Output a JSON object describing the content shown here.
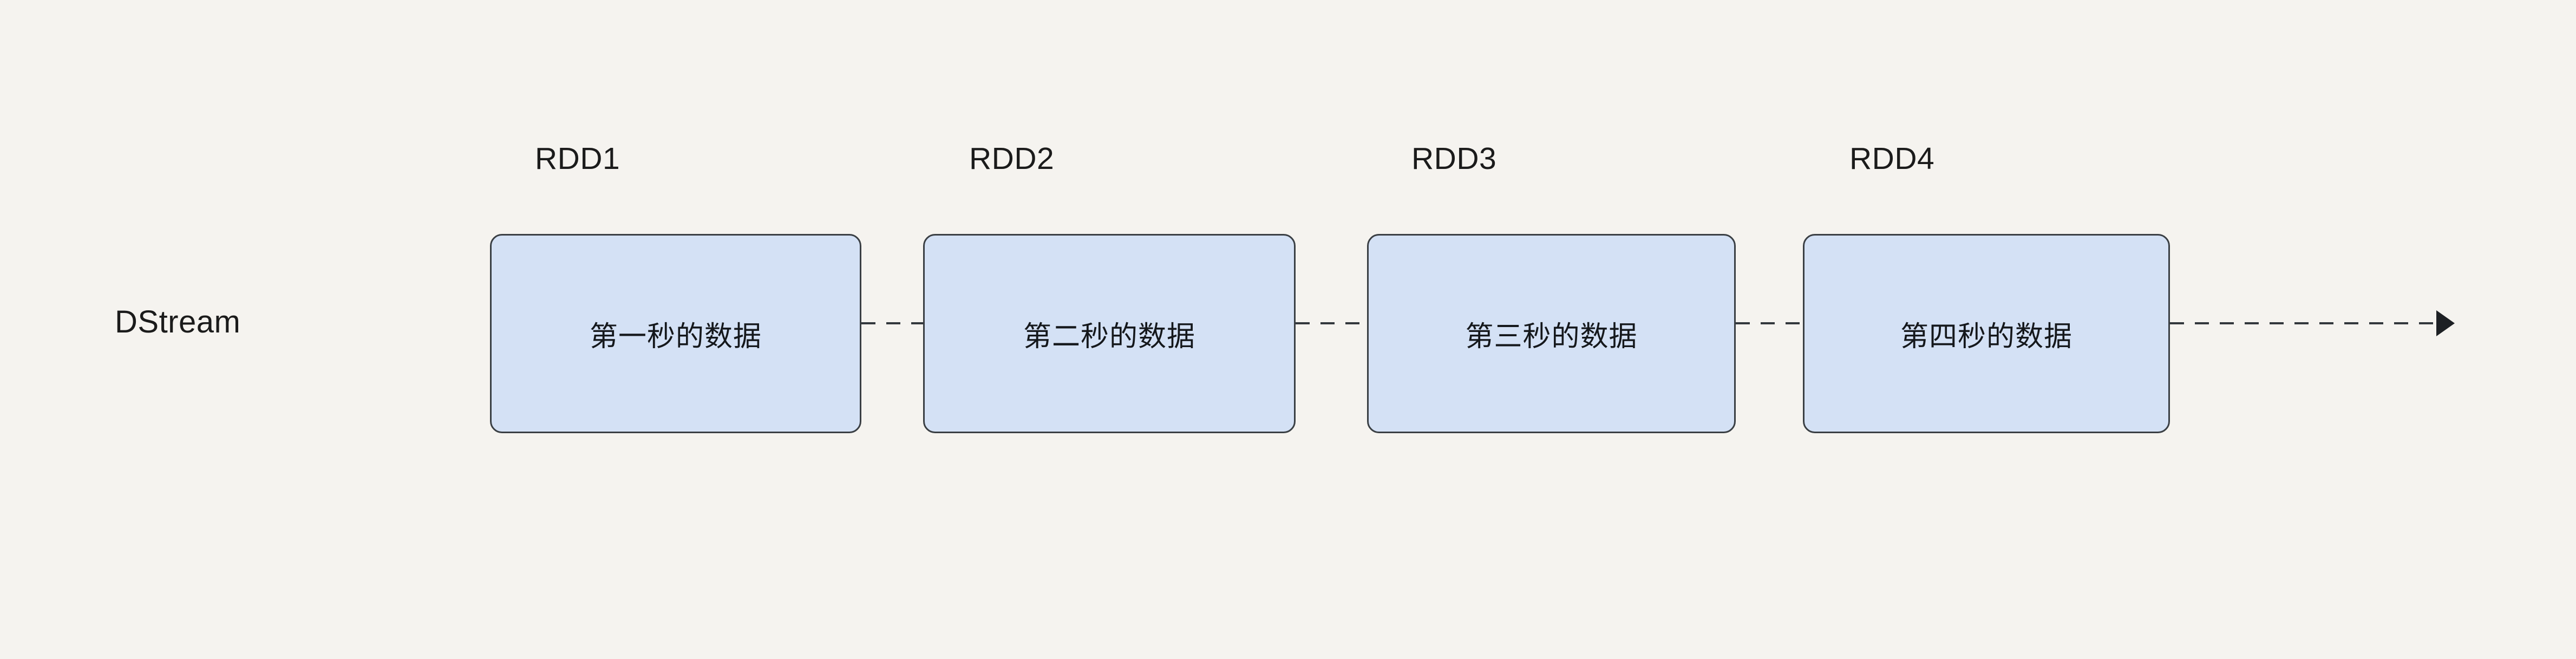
{
  "diagram": {
    "background_color": "#f5f3ef",
    "row_label": "DStream",
    "box_fill_color": "#d4e1f5",
    "box_border_color": "#3a3f44",
    "connector_color": "#33383d",
    "nodes": [
      {
        "caption": "RDD1",
        "text": "第一秒的数据"
      },
      {
        "caption": "RDD2",
        "text": "第二秒的数据"
      },
      {
        "caption": "RDD3",
        "text": "第三秒的数据"
      },
      {
        "caption": "RDD4",
        "text": "第四秒的数据"
      }
    ],
    "connectors": [
      {
        "style": "dashed",
        "arrowhead": false
      },
      {
        "style": "dashed",
        "arrowhead": false
      },
      {
        "style": "dashed",
        "arrowhead": false
      },
      {
        "style": "dashed",
        "arrowhead": true
      }
    ]
  }
}
